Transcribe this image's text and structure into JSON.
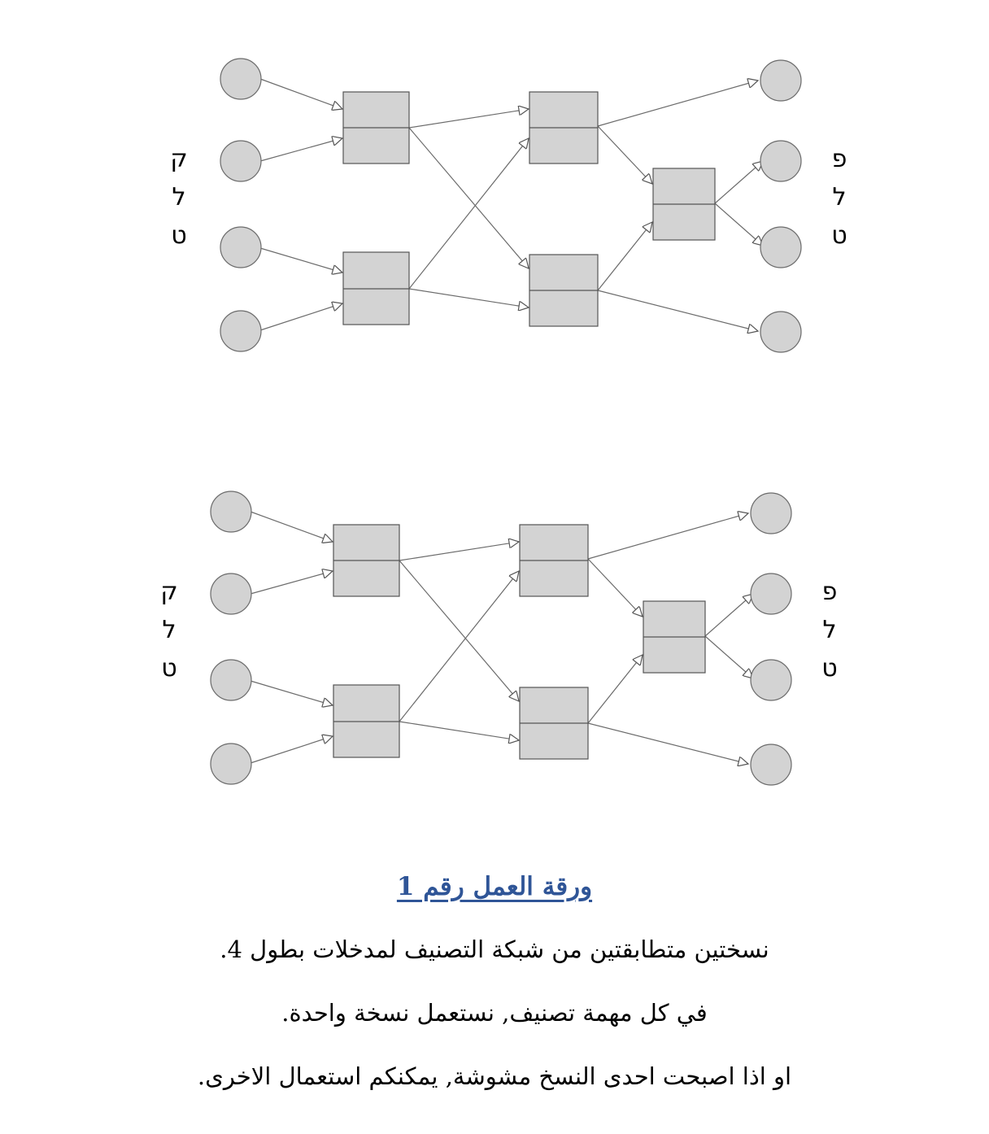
{
  "diagrams": [
    {
      "left_label": [
        "ק",
        "ל",
        "ט"
      ],
      "right_label": [
        "פ",
        "ל",
        "ט"
      ]
    },
    {
      "left_label": [
        "ק",
        "ל",
        "ט"
      ],
      "right_label": [
        "פ",
        "ל",
        "ט"
      ]
    }
  ],
  "worksheet": {
    "title": "ورقة العمل رقم 1",
    "lines": [
      "نسختين متطابقتين من شبكة التصنيف لمدخلات بطول 4.",
      "في كل مهمة تصنيف, نستعمل نسخة واحدة.",
      "او اذا اصبحت احدى النسخ مشوشة, يمكنكم استعمال الاخرى."
    ]
  },
  "colors": {
    "node_fill": "#d3d3d3",
    "stroke": "#6b6b6b",
    "title": "#2f5597"
  }
}
